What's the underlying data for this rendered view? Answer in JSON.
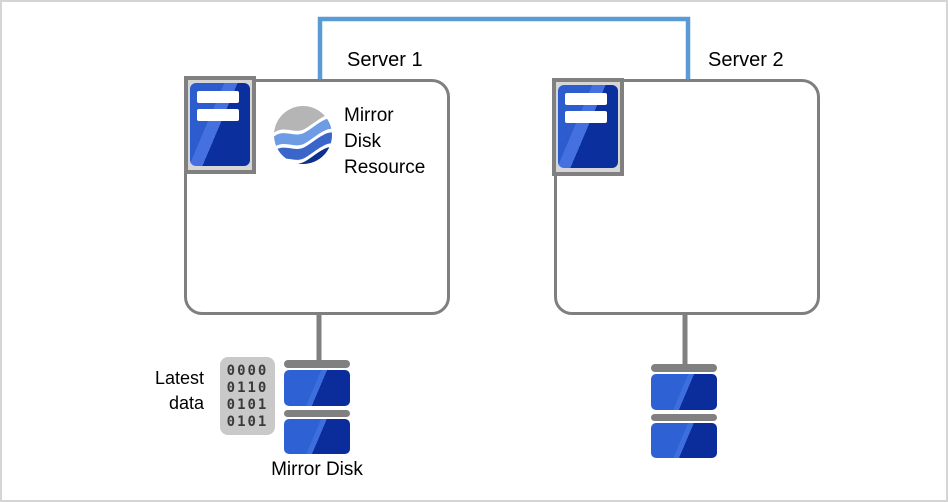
{
  "diagram": {
    "connector": {
      "interconnect_color": "#5B9BD5",
      "disk_link_color": "#808080",
      "outline_color": "#7f7f7f"
    },
    "servers": [
      {
        "label": "Server 1"
      },
      {
        "label": "Server 2"
      }
    ],
    "mirror_disk_resource": {
      "label_lines": [
        "Mirror",
        "Disk",
        "Resource"
      ],
      "icon": "wave-sphere-icon",
      "colors": {
        "gray": "#b5b5b5",
        "light_blue": "#6d9be4",
        "mid_blue": "#3a66c9",
        "dark_blue": "#0d2f8d"
      }
    },
    "latest_data": {
      "label_lines": [
        "Latest",
        "data"
      ],
      "binary_rows": [
        "0000",
        "0110",
        "0101",
        "0101"
      ],
      "chip_color": "#c9c9c9"
    },
    "mirror_disk": {
      "label": "Mirror Disk",
      "platter_light": "#2e62d4",
      "platter_dark": "#0a2d9b",
      "bar_color": "#808080"
    },
    "server_icon_colors": {
      "frame": "#d6d6d6",
      "border": "#808080",
      "body_blue": "#2d5ccf",
      "body_dark": "#0c2f9e"
    }
  }
}
